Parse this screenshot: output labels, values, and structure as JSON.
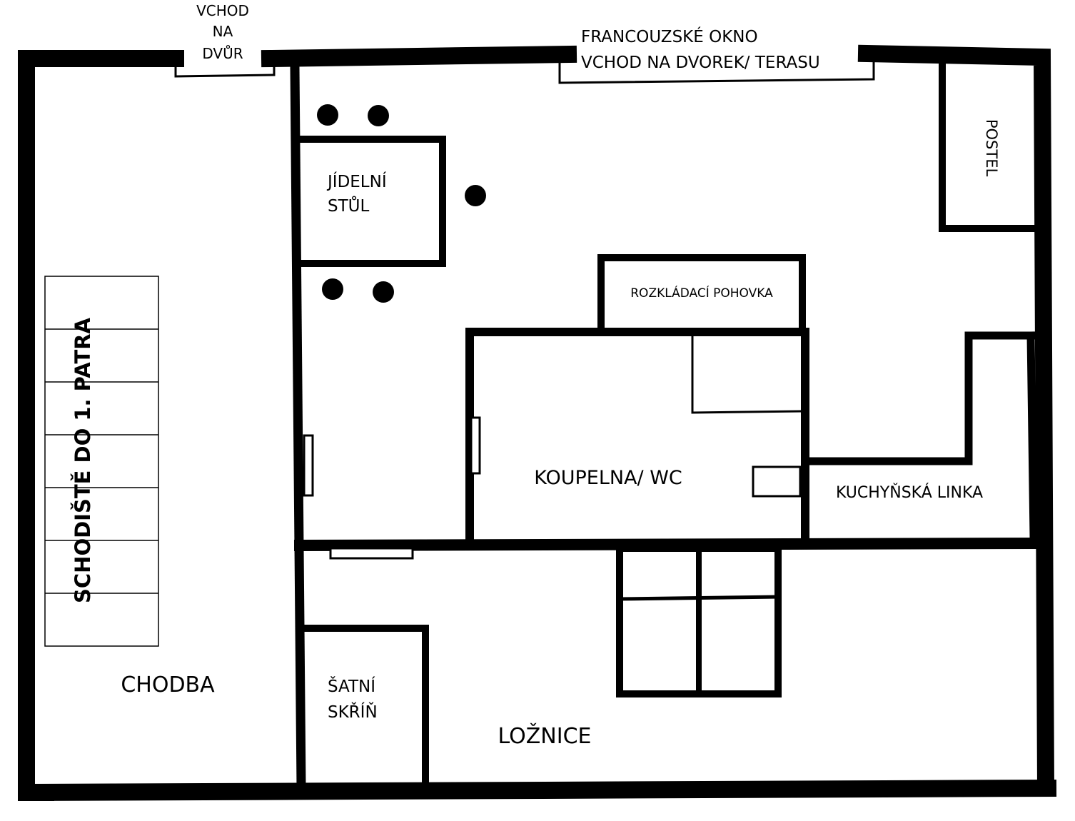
{
  "colors": {
    "wall": "#000000",
    "background": "#ffffff"
  },
  "labels": {
    "entrance_yard": [
      "VCHOD",
      "NA",
      "DVŮR"
    ],
    "french_window": [
      "FRANCOUZSKÉ OKNO",
      "VCHOD NA DVOREK/ TERASU"
    ],
    "stairs": "SCHODIŠTĚ DO 1. PATRA",
    "hallway": "CHODBA",
    "dining_table": [
      "JÍDELNÍ",
      "STŮL"
    ],
    "sofa_bed": "ROZKLÁDACÍ POHOVKA",
    "bed": "POSTEL",
    "bathroom": "KOUPELNA/ WC",
    "kitchen": "KUCHYŇSKÁ LINKA",
    "wardrobe": [
      "ŠATNÍ",
      "SKŘÍŇ"
    ],
    "bedroom": "LOŽNICE"
  }
}
